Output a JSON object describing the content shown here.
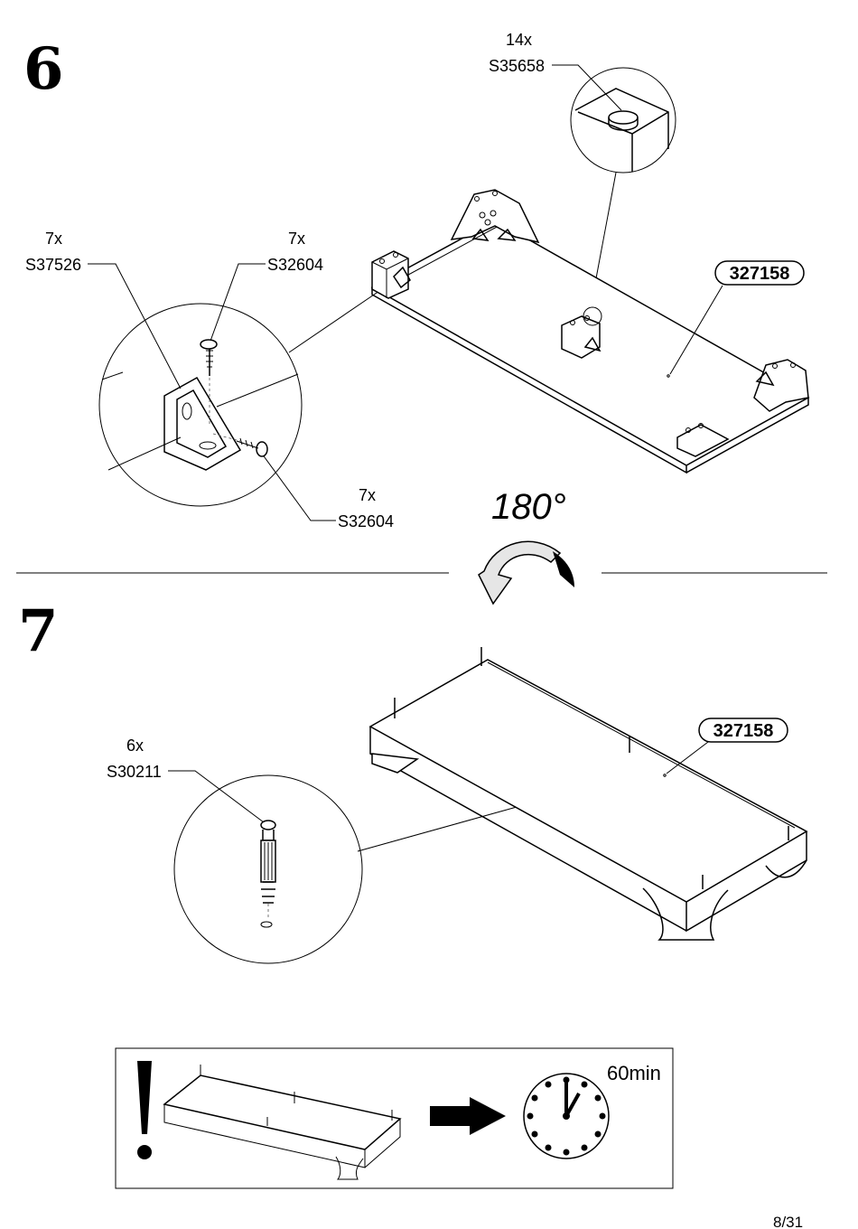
{
  "step6": {
    "number": "6",
    "callouts": [
      {
        "qty": "14x",
        "code": "S35658"
      },
      {
        "qty": "7x",
        "code": "S37526"
      },
      {
        "qty": "7x",
        "code": "S32604"
      },
      {
        "qty": "7x",
        "code": "S32604"
      }
    ],
    "part_number": "327158",
    "rotation": "180°"
  },
  "step7": {
    "number": "7",
    "callouts": [
      {
        "qty": "6x",
        "code": "S30211"
      }
    ],
    "part_number": "327158"
  },
  "note": {
    "warning_icon": "exclamation-icon",
    "arrow_icon": "arrow-right-icon",
    "clock_icon": "clock-icon",
    "time": "60min"
  },
  "page": {
    "number": "8/31"
  }
}
